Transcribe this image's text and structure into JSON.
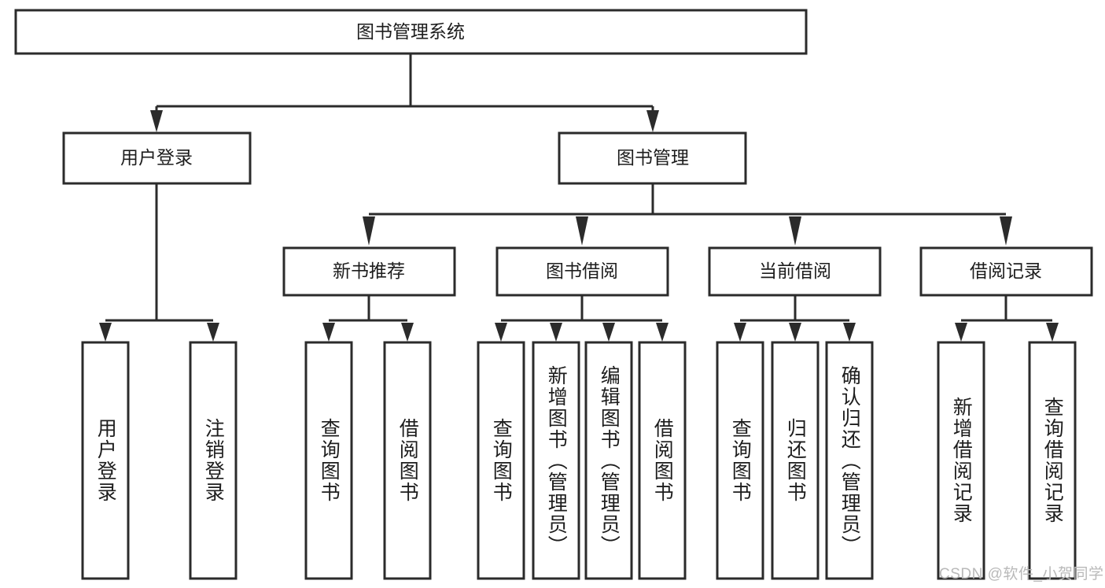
{
  "diagram": {
    "type": "tree-hierarchy-chart",
    "title": "图书管理系统",
    "watermark": "CSDN @软件_小贺同学",
    "stroke_color": "#2b2b2b",
    "fill_color": "#ffffff",
    "text_color": "#1d1d1d",
    "watermark_color": "#b9b9b9",
    "levels": [
      {
        "level": 1,
        "nodes": [
          {
            "id": "root",
            "label": "图书管理系统",
            "orientation": "horizontal"
          }
        ]
      },
      {
        "level": 2,
        "nodes": [
          {
            "id": "user-login",
            "label": "用户登录",
            "orientation": "horizontal",
            "parent": "root"
          },
          {
            "id": "book-manage",
            "label": "图书管理",
            "orientation": "horizontal",
            "parent": "root"
          }
        ]
      },
      {
        "level": 3,
        "nodes": [
          {
            "id": "new-book-recommend",
            "label": "新书推荐",
            "orientation": "horizontal",
            "parent": "book-manage"
          },
          {
            "id": "book-borrow",
            "label": "图书借阅",
            "orientation": "horizontal",
            "parent": "book-manage"
          },
          {
            "id": "current-borrow",
            "label": "当前借阅",
            "orientation": "horizontal",
            "parent": "book-manage"
          },
          {
            "id": "borrow-record",
            "label": "借阅记录",
            "orientation": "horizontal",
            "parent": "book-manage"
          }
        ]
      },
      {
        "level": 4,
        "nodes": [
          {
            "id": "leaf-user-login",
            "label": "用户登录",
            "orientation": "vertical",
            "parent": "user-login"
          },
          {
            "id": "leaf-logout",
            "label": "注销登录",
            "orientation": "vertical",
            "parent": "user-login"
          },
          {
            "id": "leaf-query-book-1",
            "label": "查询图书",
            "orientation": "vertical",
            "parent": "new-book-recommend"
          },
          {
            "id": "leaf-borrow-book-1",
            "label": "借阅图书",
            "orientation": "vertical",
            "parent": "new-book-recommend"
          },
          {
            "id": "leaf-query-book-2",
            "label": "查询图书",
            "orientation": "vertical",
            "parent": "book-borrow"
          },
          {
            "id": "leaf-add-book",
            "label": "新增图书（管理员）",
            "orientation": "vertical",
            "parent": "book-borrow"
          },
          {
            "id": "leaf-edit-book",
            "label": "编辑图书（管理员）",
            "orientation": "vertical",
            "parent": "book-borrow"
          },
          {
            "id": "leaf-borrow-book-2",
            "label": "借阅图书",
            "orientation": "vertical",
            "parent": "book-borrow"
          },
          {
            "id": "leaf-query-book-3",
            "label": "查询图书",
            "orientation": "vertical",
            "parent": "current-borrow"
          },
          {
            "id": "leaf-return-book",
            "label": "归还图书",
            "orientation": "vertical",
            "parent": "current-borrow"
          },
          {
            "id": "leaf-confirm-return",
            "label": "确认归还（管理员）",
            "orientation": "vertical",
            "parent": "current-borrow"
          },
          {
            "id": "leaf-add-record",
            "label": "新增借阅记录",
            "orientation": "vertical",
            "parent": "borrow-record"
          },
          {
            "id": "leaf-query-record",
            "label": "查询借阅记录",
            "orientation": "vertical",
            "parent": "borrow-record"
          }
        ]
      }
    ]
  }
}
